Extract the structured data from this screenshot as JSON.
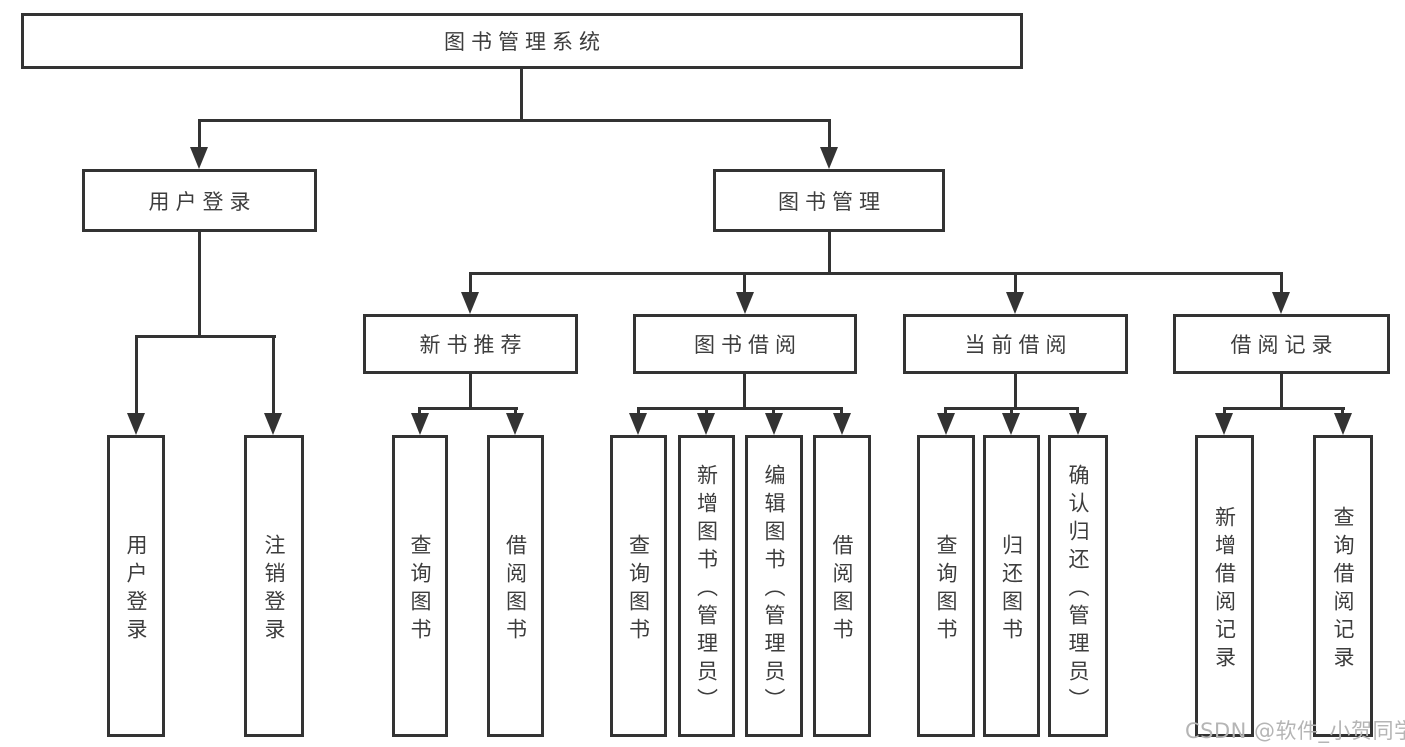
{
  "tree": {
    "root": {
      "label": "图书管理系统"
    },
    "branches": [
      {
        "label": "用户登录",
        "children": [
          {
            "label": "用户登录"
          },
          {
            "label": "注销登录"
          }
        ]
      },
      {
        "label": "图书管理",
        "children": [
          {
            "label": "新书推荐",
            "children": [
              {
                "label": "查询图书"
              },
              {
                "label": "借阅图书"
              }
            ]
          },
          {
            "label": "图书借阅",
            "children": [
              {
                "label": "查询图书"
              },
              {
                "label": "新增图书（管理员）"
              },
              {
                "label": "编辑图书（管理员）"
              },
              {
                "label": "借阅图书"
              }
            ]
          },
          {
            "label": "当前借阅",
            "children": [
              {
                "label": "查询图书"
              },
              {
                "label": "归还图书"
              },
              {
                "label": "确认归还（管理员）"
              }
            ]
          },
          {
            "label": "借阅记录",
            "children": [
              {
                "label": "新增借阅记录"
              },
              {
                "label": "查询借阅记录"
              }
            ]
          }
        ]
      }
    ]
  },
  "watermark": {
    "text": "CSDN @软件_小贺同学"
  },
  "colors": {
    "line": "#333333",
    "text": "#3d3d3d",
    "box_background": "#ffffff",
    "page_background": "#ffffff",
    "watermark": "#b5b5b5"
  }
}
